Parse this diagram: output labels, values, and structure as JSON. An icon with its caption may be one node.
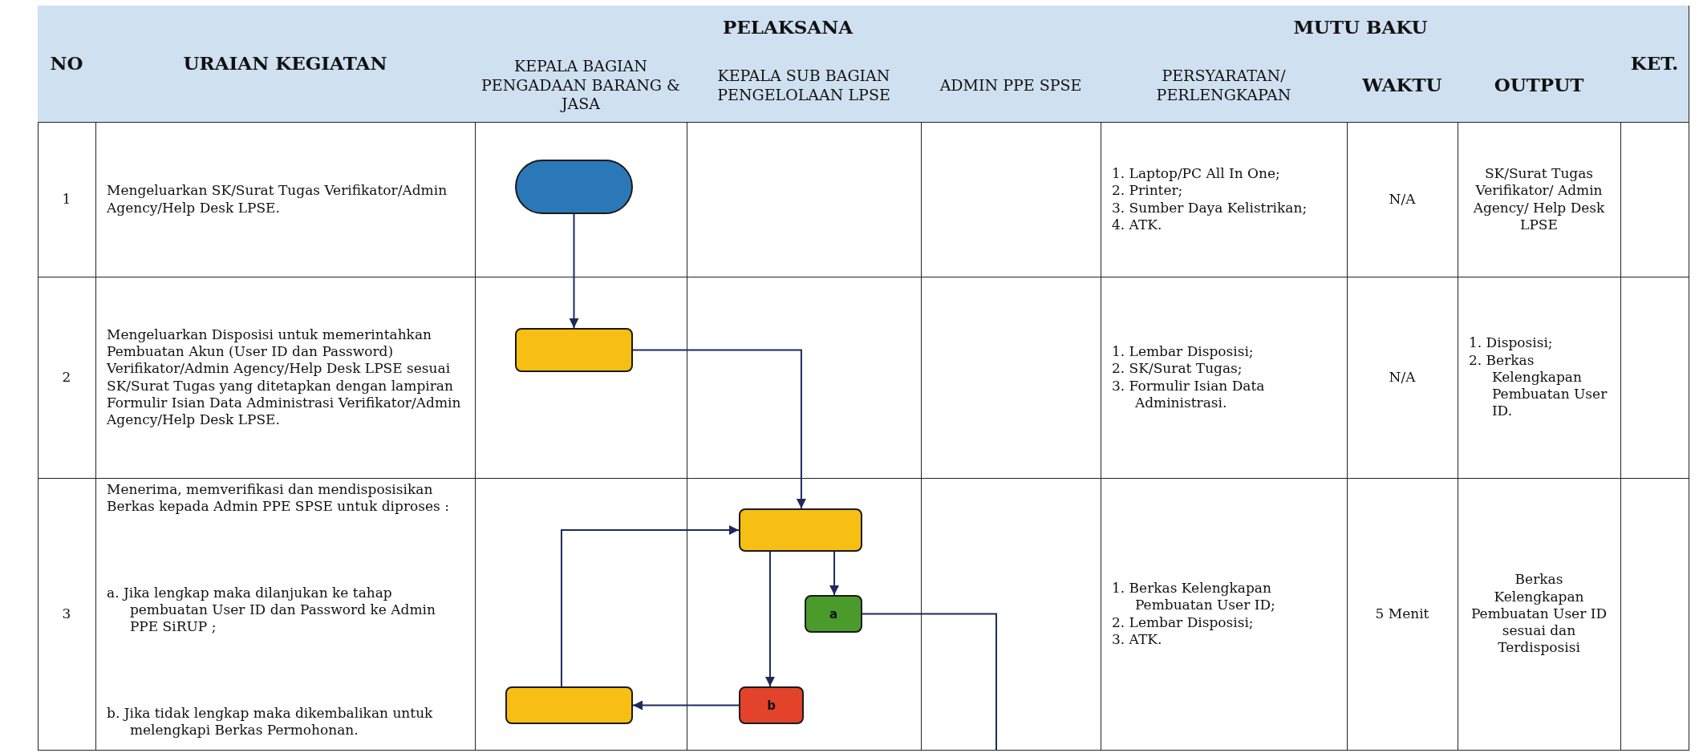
{
  "diagram": {
    "nodes": [
      {
        "text": [],
        "shape": "capsule"
      },
      {
        "text": [],
        "shape": "box"
      },
      {
        "text": [],
        "shape": "box"
      },
      {
        "text": [
          "a"
        ]
      },
      {
        "text": [
          "b"
        ]
      },
      {
        "text": [],
        "shape": "box"
      }
    ],
    "edges": [
      {
        "from": 0,
        "to": 1,
        "arrow": "to"
      },
      {
        "from": 1,
        "to": 2,
        "arrow": "to"
      },
      {
        "from": 2,
        "to": 3,
        "arrow": "to"
      },
      {
        "from": 2,
        "to": 4,
        "arrow": "to"
      },
      {
        "from": 4,
        "to": 5,
        "arrow": "to"
      },
      {
        "from": 5,
        "to": 2,
        "arrow": "to"
      },
      {
        "from": 3,
        "to": null,
        "arrow": "none"
      }
    ],
    "labels": [
      "NO",
      "URAIAN KEGIATAN",
      "PELAKSANA",
      "MUTU BAKU",
      "KET.",
      "KEPALA BAGIAN PENGADAAN BARANG & JASA",
      "KEPALA SUB BAGIAN PENGELOLAAN LPSE",
      "ADMIN PPE SPSE",
      "PERSYARATAN/ PERLENGKAPAN",
      "WAKTU",
      "OUTPUT",
      "1",
      "Mengeluarkan SK/Surat Tugas Verifikator/Admin Agency/Help Desk LPSE.",
      "1. Laptop/PC All In One;",
      "2. Printer;",
      "3. Sumber Daya Kelistrikan;",
      "4. ATK.",
      "N/A",
      "SK/Surat Tugas Verifikator/ Admin Agency/ Help Desk LPSE",
      "2",
      "Mengeluarkan Disposisi untuk memerintahkan Pembuatan Akun (User ID dan Password) Verifikator/Admin Agency/Help Desk LPSE sesuai SK/Surat Tugas yang ditetapkan dengan lampiran Formulir Isian Data Administrasi Verifikator/Admin Agency/Help Desk LPSE.",
      "1. Lembar Disposisi;",
      "2. SK/Surat Tugas;",
      "3. Formulir Isian Data Administrasi.",
      "N/A",
      "1. Disposisi;",
      "2. Berkas Kelengkapan Pembuatan User ID.",
      "3",
      "Menerima, memverifikasi dan mendisposisikan Berkas kepada Admin PPE SPSE untuk diproses :",
      "a. Jika lengkap maka dilanjukan ke tahap pembuatan User ID dan Password ke Admin PPE SiRUP ;",
      "b. Jika tidak lengkap maka dikembalikan untuk melengkapi Berkas Permohonan.",
      "1. Berkas Kelengkapan Pembuatan User ID;",
      "2. Lembar Disposisi;",
      "3. ATK.",
      "5 Menit",
      "Berkas Kelengkapan Pembuatan User ID sesuai dan Terdisposisi"
    ]
  }
}
